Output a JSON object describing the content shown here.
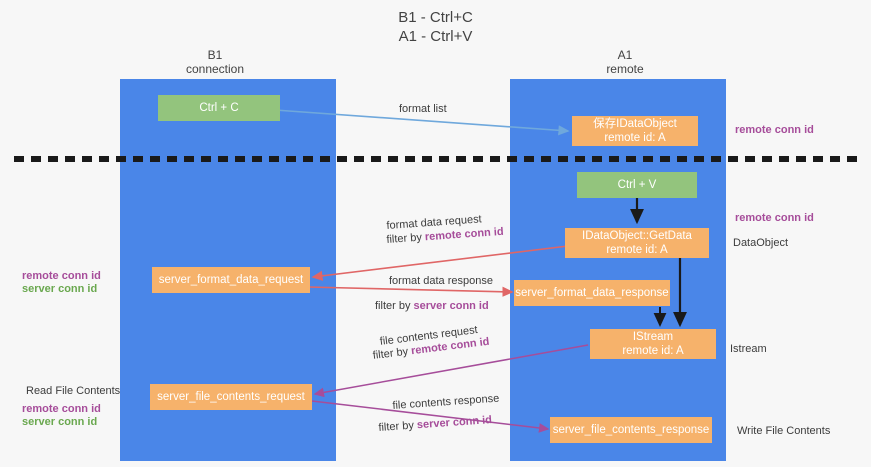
{
  "title": {
    "line1": "B1 - Ctrl+C",
    "line2": "A1 - Ctrl+V"
  },
  "lanes": [
    {
      "id": "b1",
      "name": "B1",
      "sub": "connection"
    },
    {
      "id": "a1",
      "name": "A1",
      "sub": "remote"
    }
  ],
  "nodes": {
    "ctrl_c": {
      "line1": "Ctrl + C",
      "line2": ""
    },
    "save_dataobject": {
      "line1": "保存IDataObject",
      "line2": "remote id: A"
    },
    "ctrl_v": {
      "line1": "Ctrl + V",
      "line2": ""
    },
    "getdata": {
      "line1": "IDataObject::GetData",
      "line2": "remote id: A"
    },
    "server_format_data_request": {
      "line1": "server_format_data_request",
      "line2": ""
    },
    "server_format_data_response": {
      "line1": "server_format_data_response",
      "line2": ""
    },
    "istream": {
      "line1": "IStream",
      "line2": "remote id: A"
    },
    "server_file_contents_request": {
      "line1": "server_file_contents_request",
      "line2": ""
    },
    "server_file_contents_response": {
      "line1": "server_file_contents_response",
      "line2": ""
    }
  },
  "edge_labels": {
    "format_list": "format list",
    "format_data_request": "format data request",
    "format_data_request_filter_prefix": "filter by ",
    "format_data_request_filter_key": "remote conn id",
    "format_data_response": "format data response",
    "format_data_response_filter_prefix": "filter by ",
    "format_data_response_filter_key": "server conn id",
    "file_contents_request": "file contents request",
    "file_contents_request_filter_prefix": "filter by ",
    "file_contents_request_filter_key": "remote conn id",
    "file_contents_response": "file contents response",
    "file_contents_response_filter_prefix": "filter by ",
    "file_contents_response_filter_key": "server conn id"
  },
  "side_labels": {
    "left_conn_remote": "remote conn id",
    "left_conn_server": "server conn id",
    "left_read_file_contents": "Read File Contents",
    "left_conn_remote_2": "remote conn id",
    "left_conn_server_2": "server conn id",
    "right_remote_conn_top": "remote conn id",
    "right_remote_conn_mid": "remote conn id",
    "right_dataobject": "DataObject",
    "right_istream": "Istream",
    "right_write_file_contents": "Write File Contents"
  },
  "colors": {
    "lane": "#4a86e8",
    "node_green": "#93c47d",
    "node_orange": "#f6b26b",
    "accent_purple": "#a64d9a",
    "accent_green": "#6aa84f",
    "arrow_blue": "#6fa8dc",
    "arrow_red": "#e06666",
    "arrow_magenta": "#a64d9a",
    "arrow_dark": "#1a1a1a",
    "background": "#f7f7f7"
  }
}
